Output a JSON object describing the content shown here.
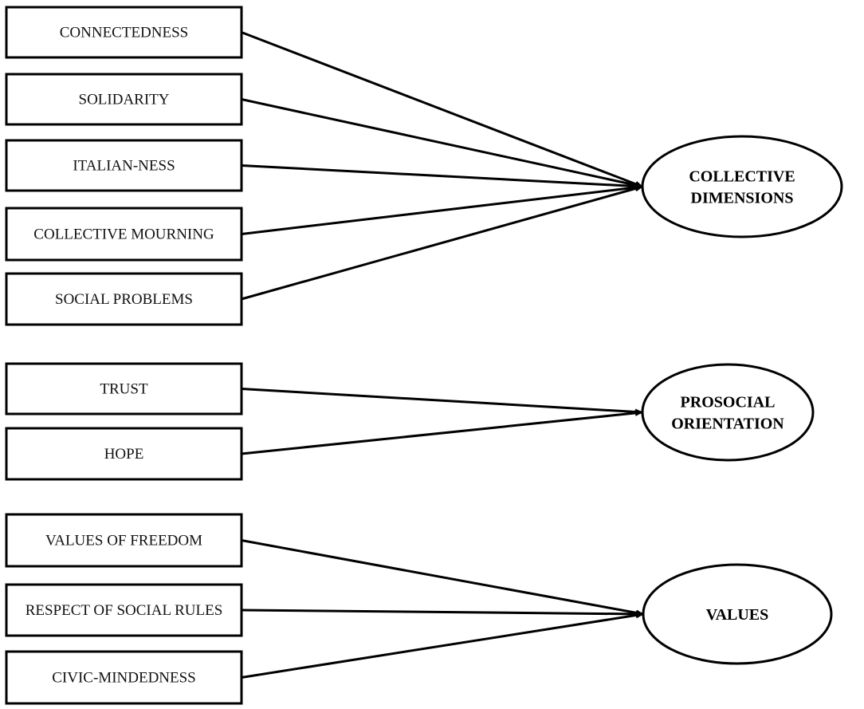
{
  "indicators": [
    {
      "id": "connectedness",
      "label": "CONNECTEDNESS",
      "group": "collective"
    },
    {
      "id": "solidarity",
      "label": "SOLIDARITY",
      "group": "collective"
    },
    {
      "id": "italian-ness",
      "label": "ITALIAN-NESS",
      "group": "collective"
    },
    {
      "id": "collective-mourning",
      "label": "COLLECTIVE MOURNING",
      "group": "collective"
    },
    {
      "id": "social-problems",
      "label": "SOCIAL PROBLEMS",
      "group": "collective"
    },
    {
      "id": "trust",
      "label": "TRUST",
      "group": "prosocial"
    },
    {
      "id": "hope",
      "label": "HOPE",
      "group": "prosocial"
    },
    {
      "id": "values-of-freedom",
      "label": "VALUES OF FREEDOM",
      "group": "values"
    },
    {
      "id": "respect-of-social-rules",
      "label": "RESPECT OF SOCIAL RULES",
      "group": "values"
    },
    {
      "id": "civic-mindedness",
      "label": "CIVIC-MINDEDNESS",
      "group": "values"
    }
  ],
  "constructs": [
    {
      "id": "collective",
      "lines": [
        "COLLECTIVE",
        "DIMENSIONS"
      ]
    },
    {
      "id": "prosocial",
      "lines": [
        "PROSOCIAL",
        "ORIENTATION"
      ]
    },
    {
      "id": "values",
      "lines": [
        "VALUES"
      ]
    }
  ]
}
